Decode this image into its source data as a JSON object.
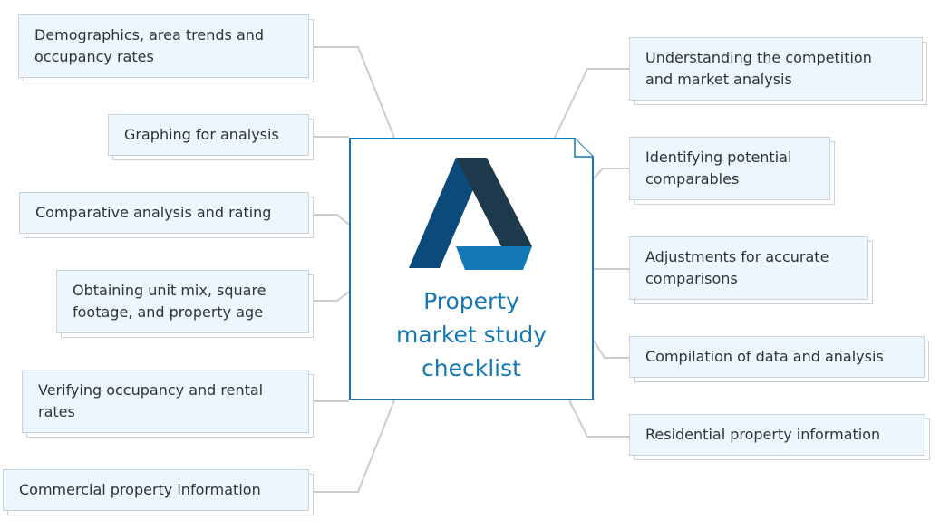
{
  "center": {
    "title_lines": [
      "Property",
      "market study",
      "checklist"
    ],
    "logo_icon": "company-logo-icon"
  },
  "left_nodes": [
    {
      "lines": [
        "Demographics, area trends and",
        "occupancy rates"
      ]
    },
    {
      "lines": [
        "Graphing for analysis"
      ]
    },
    {
      "lines": [
        "Comparative analysis and rating"
      ]
    },
    {
      "lines": [
        "Obtaining unit mix, square",
        "footage, and property age"
      ]
    },
    {
      "lines": [
        "Verifying occupancy and rental",
        "rates"
      ]
    },
    {
      "lines": [
        "Commercial property information"
      ]
    }
  ],
  "right_nodes": [
    {
      "lines": [
        "Understanding the competition",
        "and market analysis"
      ]
    },
    {
      "lines": [
        "Identifying potential",
        "comparables"
      ]
    },
    {
      "lines": [
        "Adjustments for accurate",
        "comparisons"
      ]
    },
    {
      "lines": [
        "Compilation of data and analysis"
      ]
    },
    {
      "lines": [
        "Residential property information"
      ]
    }
  ],
  "colors": {
    "card_border": "#1478b4",
    "title_text": "#1478b4",
    "node_fill": "#eef6fd",
    "node_border": "#c8d2da",
    "connector": "#cccccc",
    "logo_dark_blue": "#0c4a7a",
    "logo_navy": "#1d3a4d",
    "logo_light_blue": "#1478b4"
  }
}
